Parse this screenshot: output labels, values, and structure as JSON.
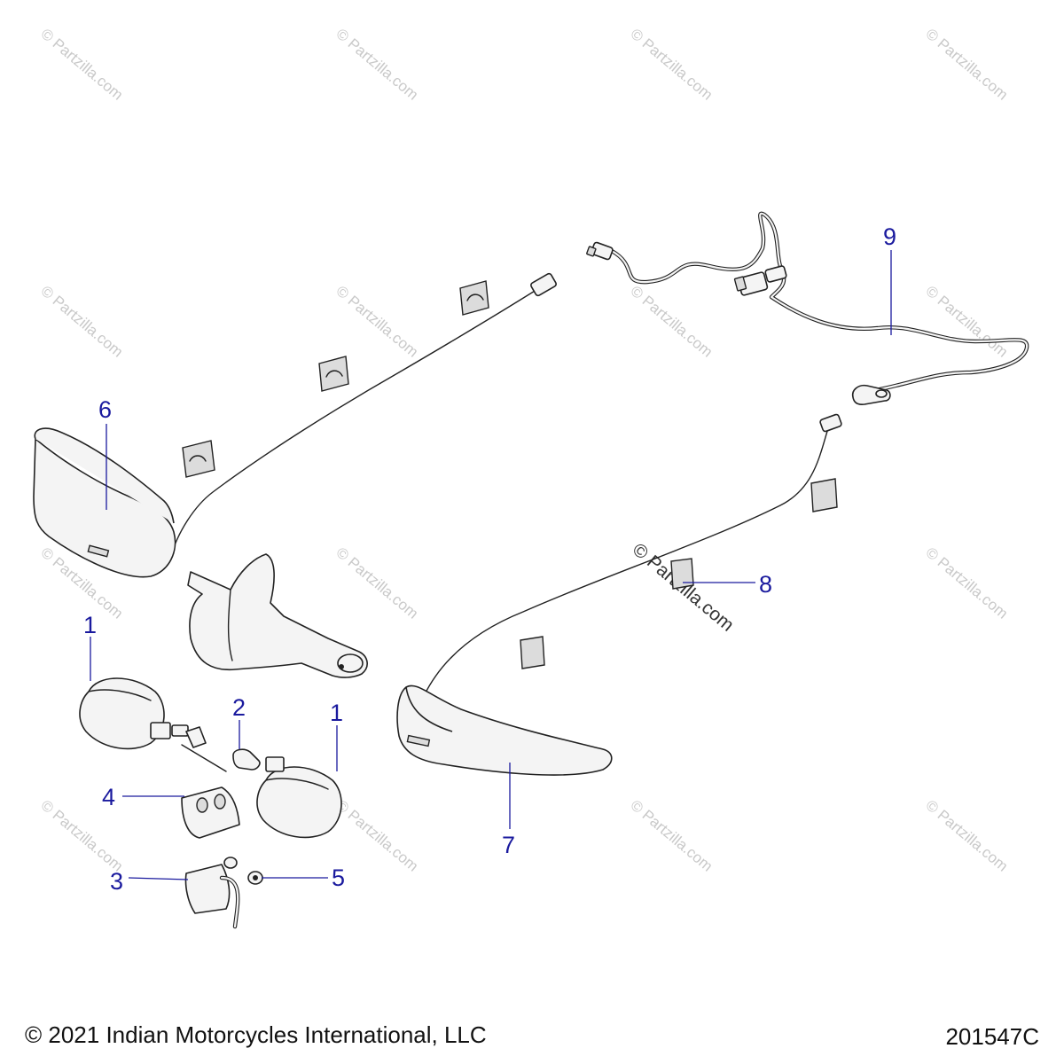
{
  "watermark": "© Partzilla.com",
  "callouts": {
    "c1a": "1",
    "c1b": "1",
    "c2": "2",
    "c3": "3",
    "c4": "4",
    "c5": "5",
    "c6": "6",
    "c7": "7",
    "c8": "8",
    "c9": "9"
  },
  "footer": {
    "copyright": "© 2021 Indian Motorcycles International, LLC",
    "drawing_number": "201547C"
  }
}
